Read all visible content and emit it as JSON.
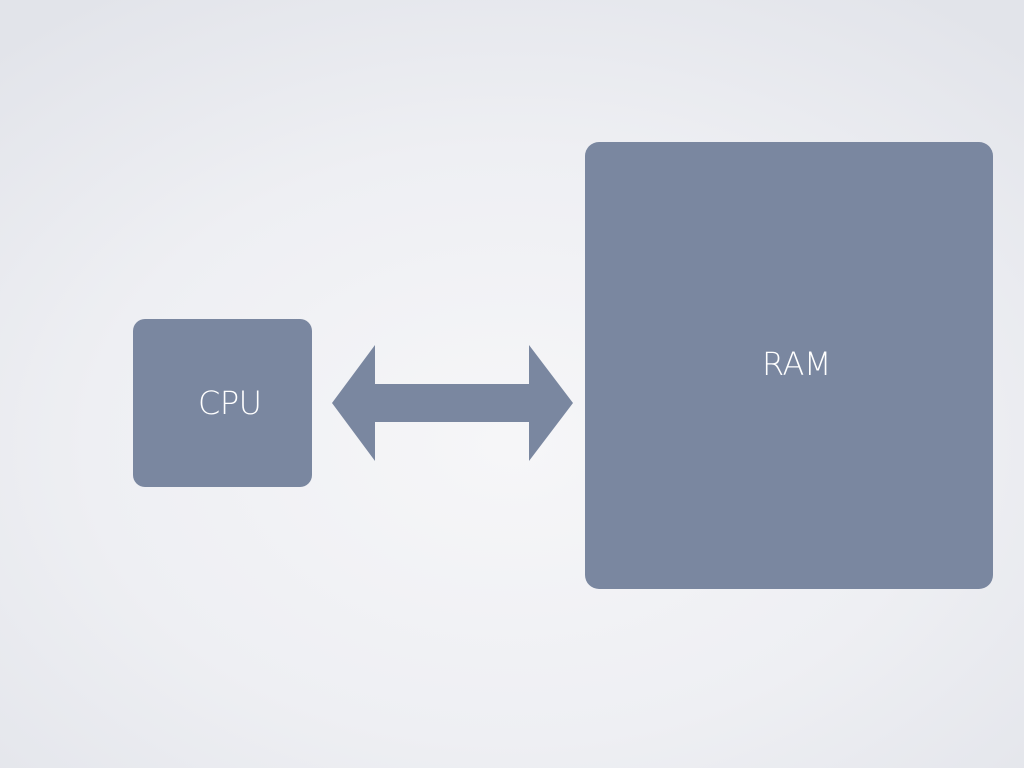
{
  "diagram": {
    "nodes": [
      {
        "id": "cpu",
        "label": "CPU"
      },
      {
        "id": "ram",
        "label": "RAM"
      }
    ],
    "edges": [
      {
        "from": "cpu",
        "to": "ram",
        "direction": "bidirectional"
      }
    ]
  },
  "colors": {
    "block_fill": "#7a87a0",
    "label_text": "#ffffff",
    "background": "#eeeff3"
  }
}
